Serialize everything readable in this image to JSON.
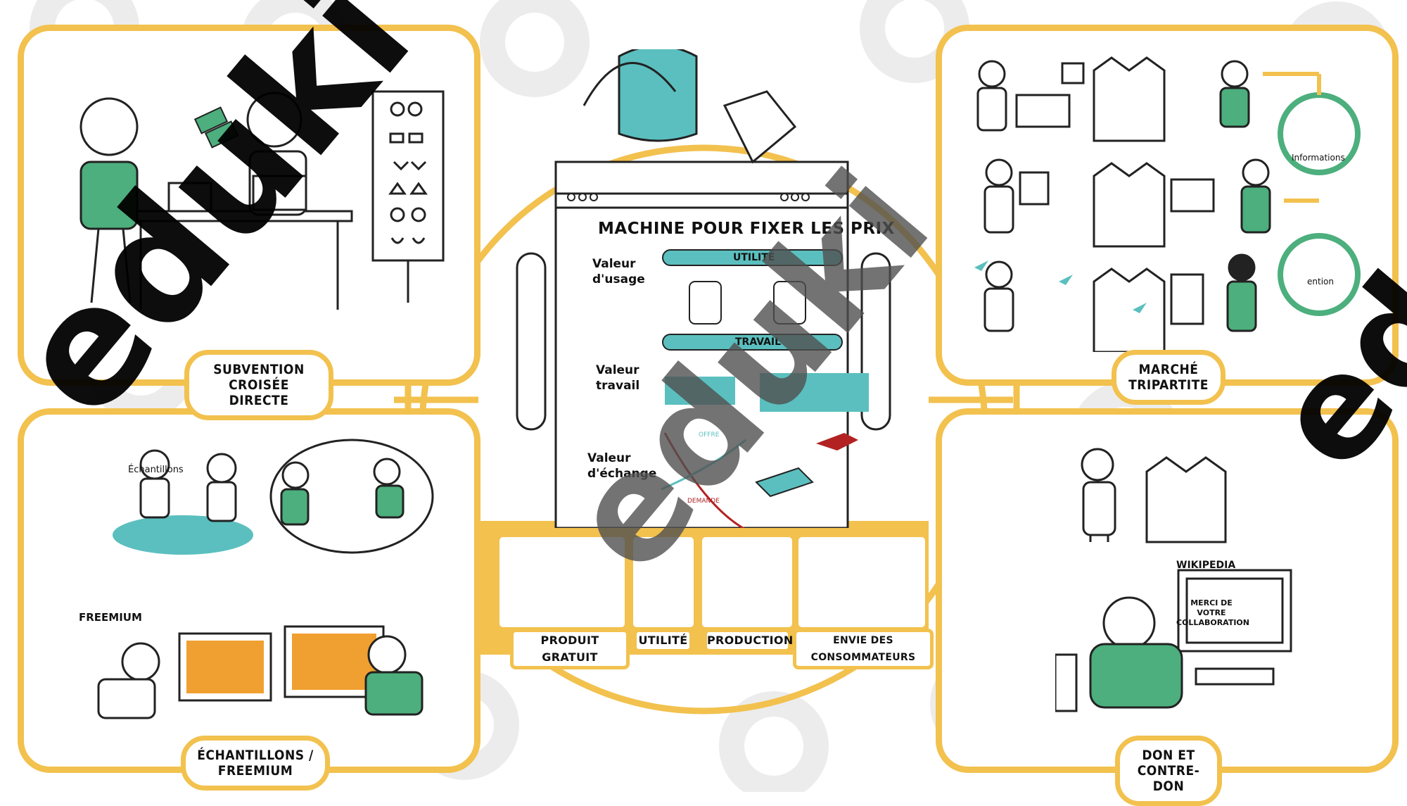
{
  "watermark": {
    "text": "eduki"
  },
  "panels": {
    "top_left": {
      "label": "SUBVENTION\nCROISÉE DIRECTE"
    },
    "mid_left": {
      "label": "ÉCHANTILLONS /\nFREEMIUM",
      "samples_caption": "Échantillons",
      "freemium_caption": "FREEMIUM"
    },
    "top_right": {
      "label": "MARCHÉ\nTRIPARTITE",
      "badge_1": "Informations",
      "badge_2": "ention"
    },
    "bottom_right": {
      "label": "DON ET\nCONTRE-DON",
      "screen_title": "WIKIPEDIA",
      "screen_text": "MERCI DE VOTRE COLLABORATION"
    }
  },
  "machine": {
    "title": "MACHINE POUR FIXER LES PRIX",
    "rows": [
      {
        "label": "Valeur\nd'usage",
        "slider": "UTILITÉ"
      },
      {
        "label": "Valeur\ntravail",
        "slider": "TRAVAIL"
      },
      {
        "label": "Valeur\nd'échange",
        "offre": "OFFRE",
        "demande": "DEMANDE"
      }
    ]
  },
  "bottom_items": [
    {
      "label": "PRODUIT GRATUIT"
    },
    {
      "label": "UTILITÉ"
    },
    {
      "label": "PRODUCTION"
    },
    {
      "label": "ENVIE DES CONSOMMATEURS"
    }
  ],
  "colors": {
    "accent": "#f2c14e",
    "teal": "#5bbfbf",
    "green": "#4caf7d",
    "red": "#b22222"
  }
}
